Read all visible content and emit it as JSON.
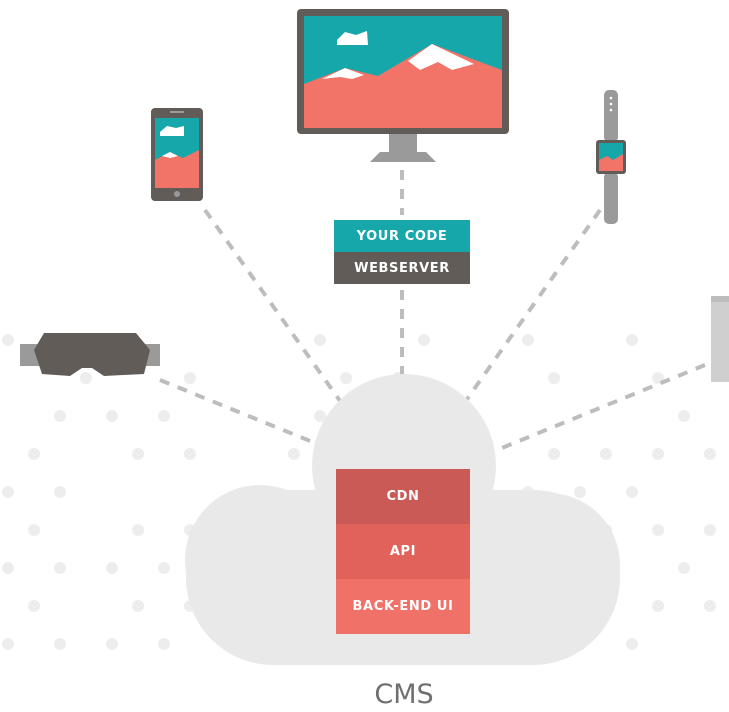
{
  "colors": {
    "teal": "#16a7ab",
    "salmon": "#f27368",
    "dark_gray": "#615c57",
    "cloud": "#e9e9e9",
    "connector": "#bdbdbd",
    "cdn": "#c95a55",
    "api": "#e0625b",
    "backend": "#f07168"
  },
  "icons": [
    "desktop-monitor-icon",
    "smartphone-icon",
    "smartwatch-icon",
    "vr-headset-icon",
    "server-tower-icon",
    "cloud-icon"
  ],
  "stack_top": {
    "your_code": "YOUR CODE",
    "webserver": "WEBSERVER"
  },
  "cms_stack": {
    "cdn": "CDN",
    "api": "API",
    "backend_ui": "BACK-END UI"
  },
  "cms_label": "CMS"
}
